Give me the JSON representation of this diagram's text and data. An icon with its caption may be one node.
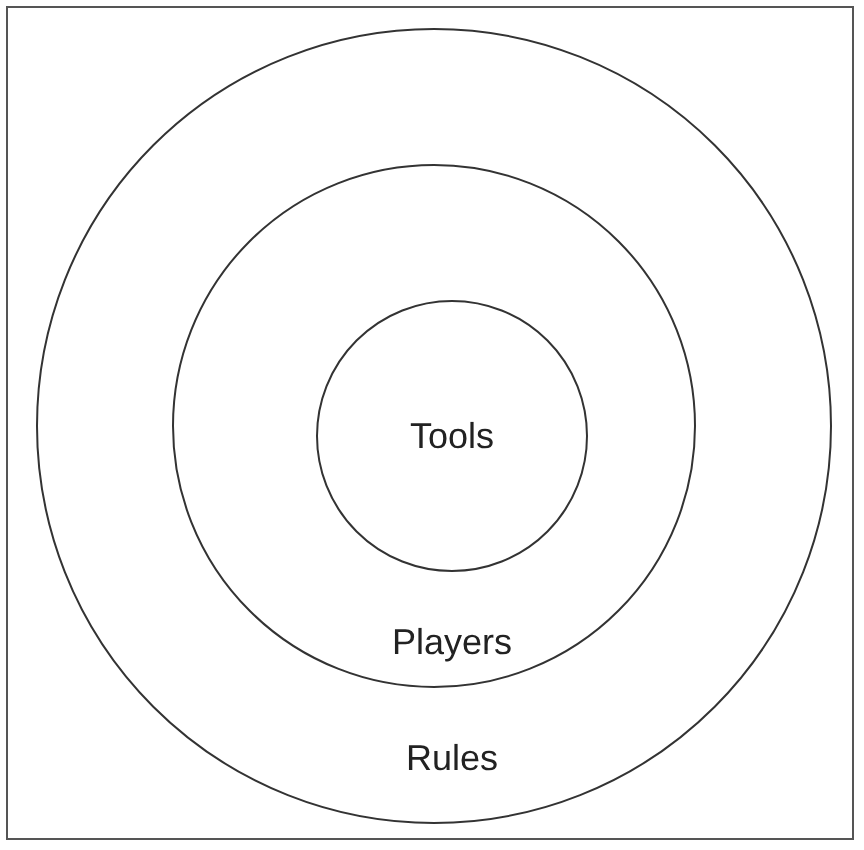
{
  "diagram": {
    "nodes": [
      {
        "text": [
          "Rules"
        ]
      },
      {
        "text": [
          "Players"
        ],
        "in": 0
      },
      {
        "text": [
          "Tools"
        ],
        "in": 1
      }
    ]
  }
}
